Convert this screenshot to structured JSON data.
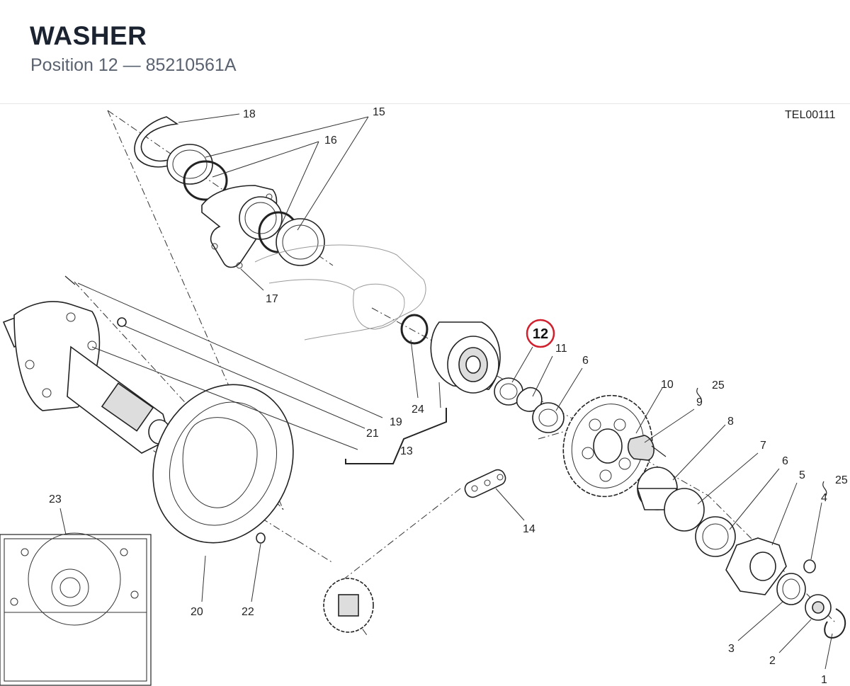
{
  "header": {
    "title": "WASHER",
    "subtitle": "Position 12 — 85210561A"
  },
  "diagram": {
    "ref_code": "TEL00111",
    "highlight": {
      "label": "12",
      "color": "#d0202e"
    },
    "callouts": [
      "18",
      "15",
      "16",
      "17",
      "24",
      "11",
      "6",
      "13",
      "19",
      "21",
      "10",
      "9",
      "25",
      "8",
      "7",
      "6",
      "5",
      "25",
      "4",
      "14",
      "23",
      "20",
      "22",
      "3",
      "2",
      "1"
    ]
  }
}
